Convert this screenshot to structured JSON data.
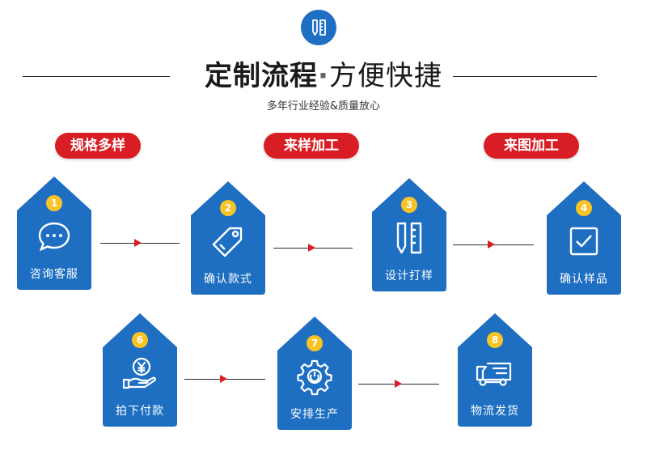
{
  "header": {
    "title_bold": "定制流程",
    "title_dot": "·",
    "title_light": "方便快捷",
    "subtitle": "多年行业经验&质量放心"
  },
  "tags": [
    "规格多样",
    "来样加工",
    "来图加工"
  ],
  "steps": [
    {
      "num": "1",
      "label": "咨询客服",
      "icon": "chat-bubble-icon"
    },
    {
      "num": "2",
      "label": "确认款式",
      "icon": "price-tag-icon"
    },
    {
      "num": "3",
      "label": "设计打样",
      "icon": "pencil-ruler-icon"
    },
    {
      "num": "4",
      "label": "确认样品",
      "icon": "checkbox-icon"
    },
    {
      "num": "6",
      "label": "拍下付款",
      "icon": "yen-hand-icon"
    },
    {
      "num": "7",
      "label": "安排生产",
      "icon": "gear-icon"
    },
    {
      "num": "8",
      "label": "物流发货",
      "icon": "delivery-truck-icon"
    }
  ],
  "colors": {
    "card_blue": "#1e6fc2",
    "tag_red": "#d81e24",
    "badge_yellow": "#f7c325"
  }
}
